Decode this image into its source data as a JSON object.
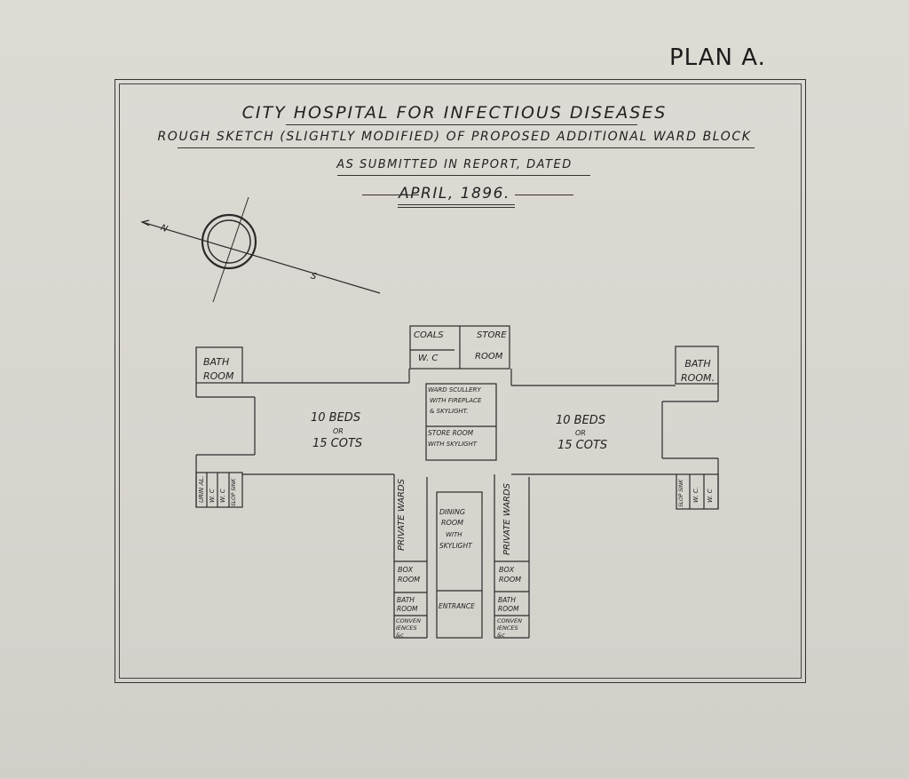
{
  "header": {
    "plan_label": "PLAN A.",
    "title": "CITY HOSPITAL FOR INFECTIOUS DISEASES",
    "subtitle": "ROUGH SKETCH (SLIGHTLY MODIFIED) OF PROPOSED ADDITIONAL WARD BLOCK",
    "submitted": "AS SUBMITTED IN REPORT, DATED",
    "date": "APRIL, 1896."
  },
  "compass": {
    "north": "N",
    "south": "S"
  },
  "rooms": {
    "left_bath": "BATH ROOM",
    "right_bath": "BATH ROOM.",
    "coals": "COALS",
    "store": "STORE",
    "room": "ROOM",
    "wc": "W. C",
    "scullery_1": "WARD SCULLERY",
    "scullery_2": "WITH FIREPLACE",
    "scullery_3": "& SKYLIGHT.",
    "storeroom_1": "STORE ROOM",
    "storeroom_2": "WITH SKYLIGHT",
    "left_ward_beds": "10 BEDS",
    "left_ward_or": "OR",
    "left_ward_cots": "15 COTS",
    "right_ward_beds": "10 BEDS",
    "right_ward_or": "OR",
    "right_ward_cots": "15 COTS",
    "left_san": [
      "URIN AL.",
      "W. C",
      "W. C",
      "SLOP SINK"
    ],
    "right_san": [
      "SLOP SINK",
      "W. C.",
      "W. C"
    ],
    "private_wards_left": "PRIVATE WARDS",
    "private_wards_right": "PRIVATE WARDS",
    "dining_1": "DINING",
    "dining_2": "ROOM",
    "dining_3": "WITH",
    "dining_4": "SKYLIGHT",
    "entrance": "ENTRANCE",
    "box_left": "BOX ROOM",
    "box_right": "BOX ROOM",
    "bath_left": "BATH ROOM",
    "bath_right": "BATH ROOM",
    "conv_left": "CONVEN IENCES &c",
    "conv_right": "CONVEN IENCES &c"
  },
  "colors": {
    "ink": "#222222",
    "paper": "#dbd8d2"
  }
}
